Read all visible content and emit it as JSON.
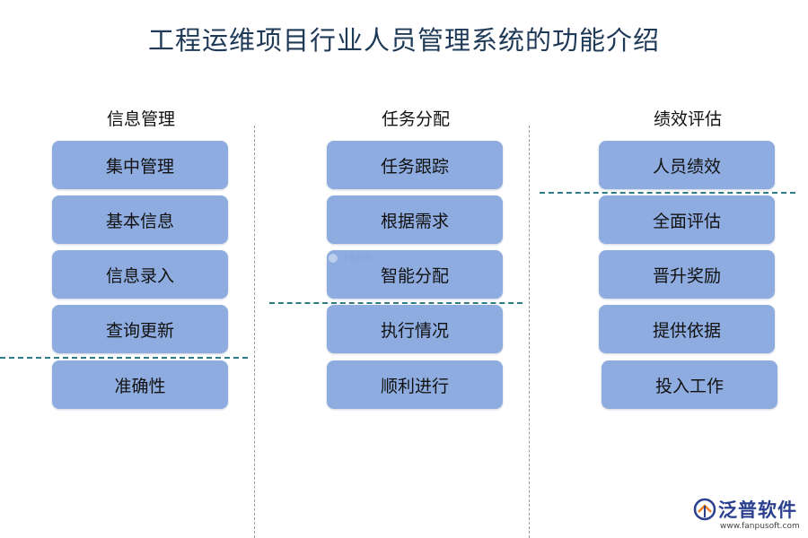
{
  "title": "工程运维项目行业人员管理系统的功能介绍",
  "columns": [
    {
      "heading": "信息管理",
      "items": [
        "集中管理",
        "基本信息",
        "信息录入",
        "查询更新",
        "准确性"
      ]
    },
    {
      "heading": "任务分配",
      "items": [
        "任务跟踪",
        "根据需求",
        "智能分配",
        "执行情况",
        "顺利进行"
      ]
    },
    {
      "heading": "绩效评估",
      "items": [
        "人员绩效",
        "全面评估",
        "晋升奖励",
        "提供依据",
        "投入工作"
      ]
    }
  ],
  "watermark": "泛普软件",
  "logo": {
    "brand": "泛普软件",
    "url": "www.fanpusoft.com"
  },
  "colors": {
    "box": "#8eacdf",
    "title": "#1f3a57",
    "accent_dash": "#2e7b86",
    "brand": "#2b3f8f",
    "brand_accent": "#f07f1f"
  }
}
